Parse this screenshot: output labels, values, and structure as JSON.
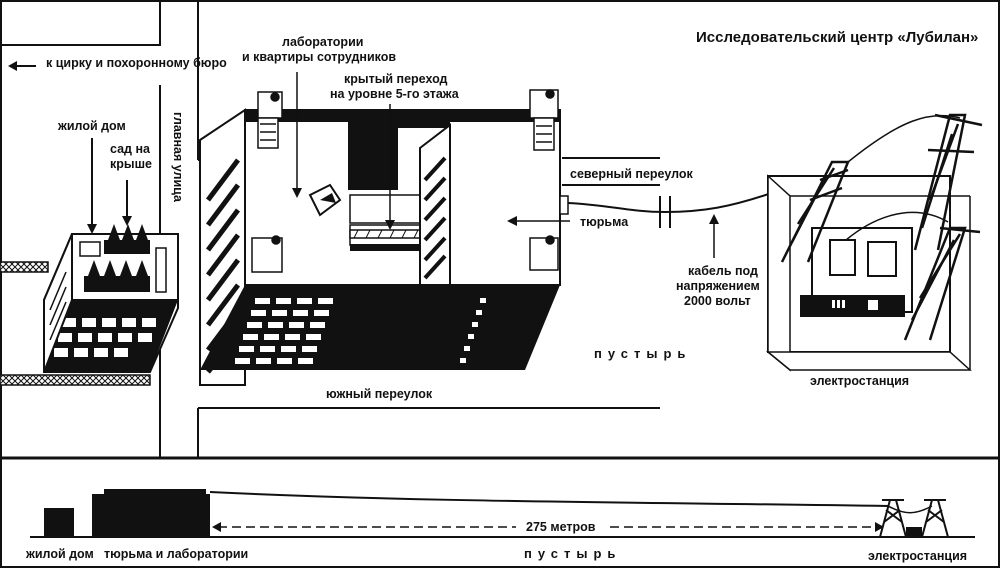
{
  "title": "Исследовательский центр «Лубилан»",
  "labels": {
    "circus": "к цирку и похоронному бюро",
    "residential": "жилой дом",
    "roof_garden_1": "сад на",
    "roof_garden_2": "крыше",
    "main_street": "главная улица",
    "labs_1": "лаборатории",
    "labs_2": "и квартиры сотрудников",
    "passage_1": "крытый переход",
    "passage_2": "на уровне 5-го этажа",
    "north_lane": "северный переулок",
    "prison": "тюрьма",
    "cable_1": "кабель под",
    "cable_2": "напряжением",
    "cable_3": "2000 вольт",
    "desert": "пустырь",
    "power_station": "электростанция",
    "south_lane": "южный переулок"
  },
  "profile": {
    "residential": "жилой дом",
    "prison_labs": "тюрьма и лаборатории",
    "distance": "275 метров",
    "desert": "пустырь",
    "power_station": "электростанция"
  },
  "colors": {
    "ink": "#111111",
    "paper": "#ffffff"
  }
}
